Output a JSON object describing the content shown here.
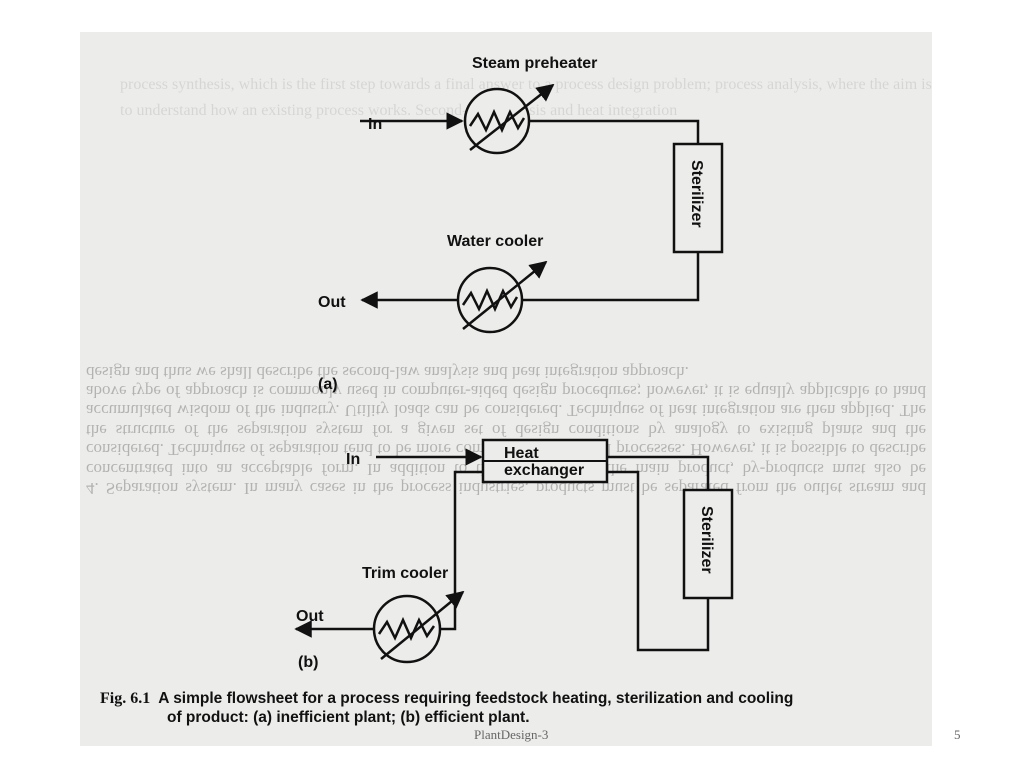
{
  "slide": {
    "footer_text": "PlantDesign-3",
    "page_number": "5"
  },
  "diagram_a": {
    "steam_preheater": "Steam preheater",
    "water_cooler": "Water cooler",
    "sterilizer": "Sterilizer",
    "in_label": "In",
    "out_label": "Out",
    "part_label": "(a)"
  },
  "diagram_b": {
    "heat_exchanger_line1": "Heat",
    "heat_exchanger_line2": "exchanger",
    "trim_cooler": "Trim cooler",
    "sterilizer": "Sterilizer",
    "in_label": "In",
    "out_label": "Out",
    "part_label": "(b)"
  },
  "caption": {
    "fig_number": "Fig. 6.1",
    "line1": "A simple flowsheet for a process requiring feedstock heating, sterilization and cooling",
    "line2": "of product: (a) inefficient plant; (b) efficient plant."
  },
  "bleed_text": {
    "mirrored": "4. Separation system. In many cases in the process industries, products must be separated from the outlet stream and concentrated into an acceptable form. In addition to the separation of the main product, by-products must also be considered. Techniques of separation tend to be more complex for biological processes. However, it is possible to describe the structure of the separation system for a given set of design conditions by analogy to existing plants and the accumulated wisdom of the industry. Utility loads can be considered. Techniques of heat integration are then applied. The above type of approach is commonly used in computer-aided design procedures; however, it is equally applicable to hand design and thus we shall describe the second-law analysis and heat integration approach.",
    "back": "process synthesis, which is the first step towards a final answer to a process design problem; process analysis, where the aim is to understand how an existing process works. Second-law analysis and heat integration"
  }
}
